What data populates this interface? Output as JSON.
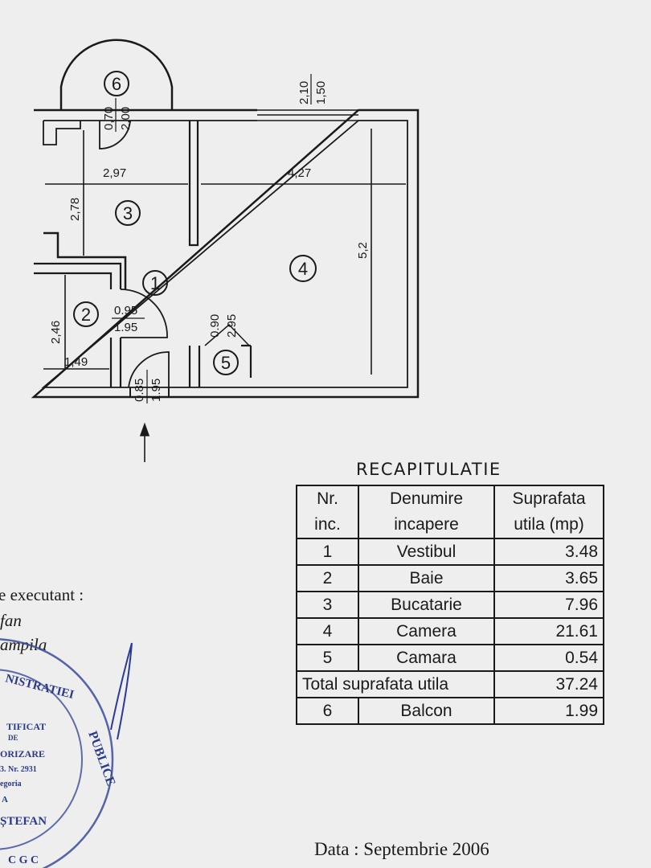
{
  "plan": {
    "rooms": [
      {
        "num": "1"
      },
      {
        "num": "2"
      },
      {
        "num": "3"
      },
      {
        "num": "4"
      },
      {
        "num": "5"
      },
      {
        "num": "6"
      }
    ],
    "dimensions": {
      "bucatarie_width": "2,97",
      "camera_width": "4,27",
      "bucatarie_depth": "2,78",
      "camera_depth": "5,2",
      "baie_depth": "2,46",
      "baie_width": "1,49",
      "window_top": "2,10",
      "window_bottom": "1,50",
      "balcon_door_top": "0,70",
      "balcon_door_bottom": "2,00",
      "baie_door_top": "0.95",
      "baie_door_bottom": "1.95",
      "entry_door_top": "0.85",
      "entry_door_bottom": "1.95",
      "camara_door_top": "0.90",
      "camara_door_bottom": "2.95"
    }
  },
  "recap": {
    "title": "RECAPITULATIE",
    "headers": {
      "nr_line1": "Nr.",
      "nr_line2": "inc.",
      "name_line1": "Denumire",
      "name_line2": "incapere",
      "area_line1": "Suprafata",
      "area_line2": "utila (mp)"
    },
    "rows": [
      {
        "nr": "1",
        "name": "Vestibul",
        "area": "3.48"
      },
      {
        "nr": "2",
        "name": "Baie",
        "area": "3.65"
      },
      {
        "nr": "3",
        "name": "Bucatarie",
        "area": "7.96"
      },
      {
        "nr": "4",
        "name": "Camera",
        "area": "21.61"
      },
      {
        "nr": "5",
        "name": "Camara",
        "area": "0.54"
      }
    ],
    "total_label": "Total suprafata utila",
    "total_value": "37.24",
    "extra_row": {
      "nr": "6",
      "name": "Balcon",
      "area": "1.99"
    }
  },
  "left_text": {
    "line1": "e executant :",
    "line2": "fan",
    "line3": "ampila"
  },
  "date": "Data : Septembrie  2006"
}
